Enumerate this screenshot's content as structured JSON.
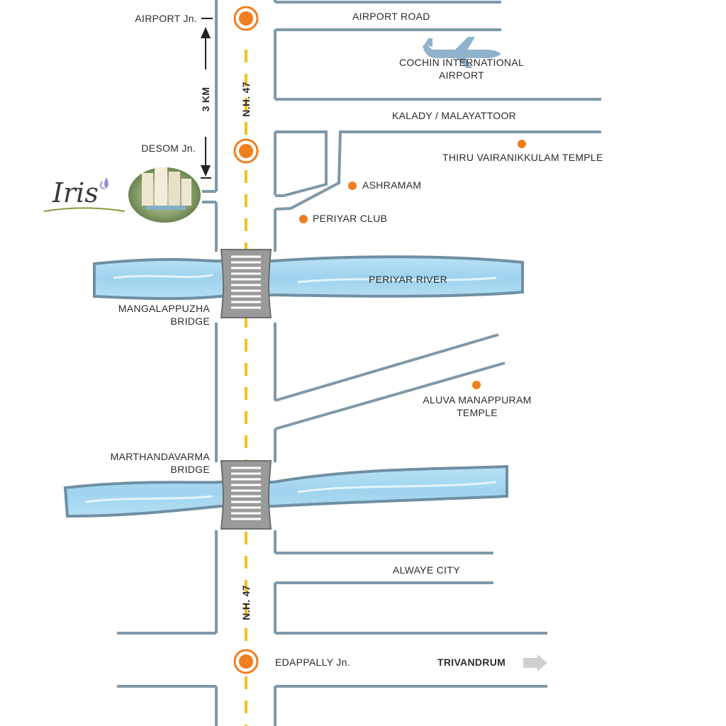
{
  "colors": {
    "road_edge": "#7f98a8",
    "river_fill": "#a6d8f0",
    "river_edge": "#6f8fa3",
    "marker": "#ef7e1d",
    "centerline": "#f2c21b",
    "bridge": "#9a9a9a"
  },
  "highway": {
    "label_north": "N.H. 47",
    "label_south": "N.H. 47"
  },
  "junctions": {
    "airport": "AIRPORT Jn.",
    "desom": "DESOM Jn.",
    "edappally": "EDAPPALLY Jn."
  },
  "distance": "3 KM",
  "roads": {
    "airport_road": "AIRPORT ROAD",
    "kalady": "KALADY / MALAYATTOOR",
    "alwaye": "ALWAYE CITY",
    "trivandrum": "TRIVANDRUM"
  },
  "landmarks": {
    "airport": [
      "COCHIN INTERNATIONAL",
      "AIRPORT"
    ],
    "thiru_temple": "THIRU VAIRANIKKULAM TEMPLE",
    "ashramam": "ASHRAMAM",
    "periyar_club": "PERIYAR CLUB",
    "manappuram": [
      "ALUVA MANAPPURAM",
      "TEMPLE"
    ]
  },
  "river": {
    "name": "PERIYAR RIVER"
  },
  "bridges": {
    "mangalappuzha": [
      "MANGALAPPUZHA",
      "BRIDGE"
    ],
    "marthandavarma": [
      "MARTHANDAVARMA",
      "BRIDGE"
    ]
  },
  "project": {
    "name": "Iris"
  },
  "icons": [
    "airplane-icon",
    "junction-marker-icon",
    "landmark-dot-icon",
    "arrow-right-icon",
    "building-photo-icon"
  ]
}
